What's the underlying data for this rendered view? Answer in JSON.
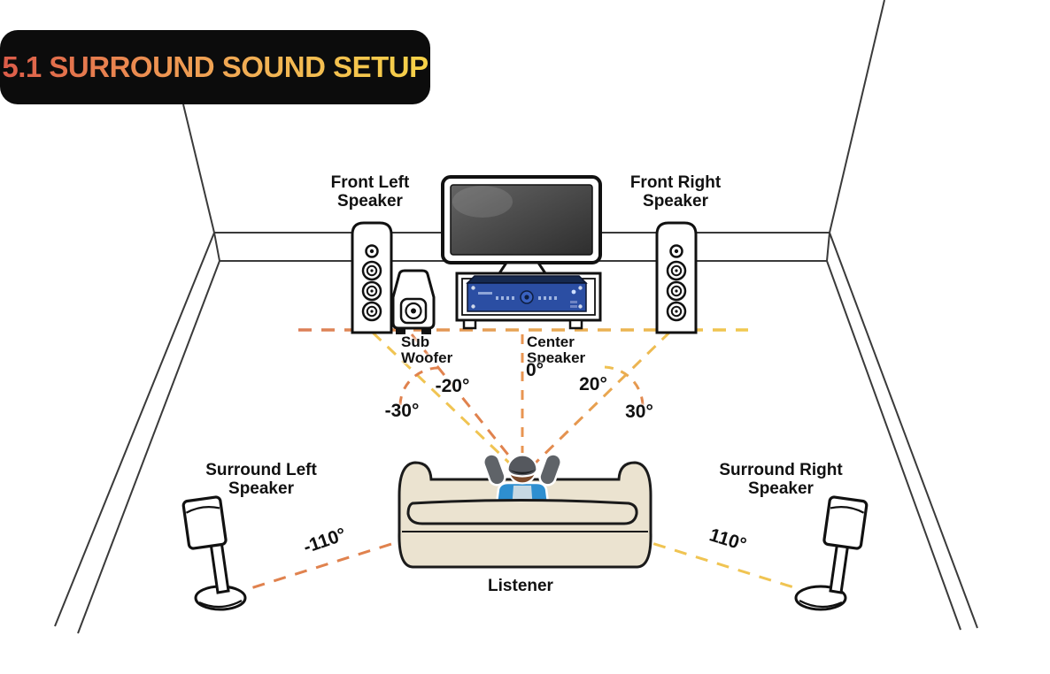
{
  "banner": {
    "title": "5.1 SURROUND SOUND SETUP"
  },
  "speakers": {
    "front_left": {
      "label_line1": "Front Left",
      "label_line2": "Speaker"
    },
    "front_right": {
      "label_line1": "Front Right",
      "label_line2": "Speaker"
    },
    "subwoofer": {
      "label_line1": "Sub",
      "label_line2": "Woofer"
    },
    "center": {
      "label_line1": "Center",
      "label_line2": "Speaker"
    },
    "surround_left": {
      "label_line1": "Surround Left",
      "label_line2": "Speaker"
    },
    "surround_right": {
      "label_line1": "Surround Right",
      "label_line2": "Speaker"
    }
  },
  "listener": {
    "label": "Listener"
  },
  "angles": {
    "center": "0°",
    "front_left": "-20°",
    "front_right": "20°",
    "front_left_outer": "-30°",
    "front_right_outer": "30°",
    "surround_left": "-110°",
    "surround_right": "110°"
  },
  "colors": {
    "line_orange": "#DE8152",
    "line_yellow": "#F0C452",
    "banner_bg": "#0C0C0C",
    "title_gradient_start": "#DC5C49",
    "title_gradient_end": "#F7D348",
    "couch": "#EBE3D0",
    "receiver_blue": "#2B4EA3",
    "shirt_blue": "#2E8FD0",
    "room_line": "#3A3A3A"
  }
}
